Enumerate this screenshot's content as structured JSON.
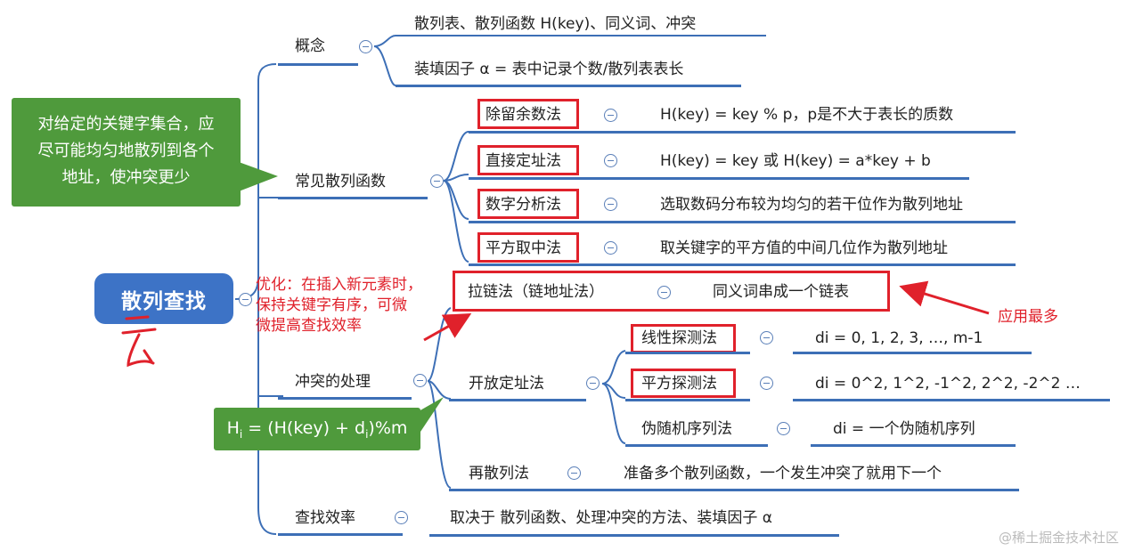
{
  "root": {
    "label": "散列查找"
  },
  "branches": {
    "concept": {
      "label": "概念",
      "items": [
        "散列表、散列函数 H(key)、同义词、冲突",
        "装填因子 α = 表中记录个数/散列表表长"
      ]
    },
    "functions": {
      "label": "常见散列函数",
      "items": [
        {
          "name": "除留余数法",
          "desc": "H(key) = key % p，p是不大于表长的质数"
        },
        {
          "name": "直接定址法",
          "desc": "H(key) = key 或 H(key) = a*key + b"
        },
        {
          "name": "数字分析法",
          "desc": "选取数码分布较为均匀的若干位作为散列地址"
        },
        {
          "name": "平方取中法",
          "desc": "取关键字的平方值的中间几位作为散列地址"
        }
      ]
    },
    "conflict": {
      "label": "冲突的处理",
      "chaining": {
        "name": "拉链法（链地址法）",
        "desc": "同义词串成一个链表"
      },
      "open_addressing": {
        "name": "开放定址法",
        "items": [
          {
            "name": "线性探测法",
            "desc": "di = 0, 1, 2, 3, …, m-1"
          },
          {
            "name": "平方探测法",
            "desc": "di = 0^2, 1^2, -1^2, 2^2, -2^2 …"
          },
          {
            "name": "伪随机序列法",
            "desc": "di = 一个伪随机序列"
          }
        ]
      },
      "rehash": {
        "name": "再散列法",
        "desc": "准备多个散列函数，一个发生冲突了就用下一个"
      }
    },
    "efficiency": {
      "label": "查找效率",
      "desc": "取决于 散列函数、处理冲突的方法、装填因子 α"
    }
  },
  "annotations": {
    "green_note_lines": [
      "对给定的关键字集合，应",
      "尽可能均匀地散列到各个",
      "地址，使冲突更少"
    ],
    "formula_main": "H",
    "formula_sub_i": "i",
    "formula_mid": " = (H(key) + d",
    "formula_tail": ")%m",
    "red_note_lines": [
      "优化：在插入新元素时，",
      "保持关键字有序，可微",
      "微提高查找效率"
    ],
    "most_used": "应用最多"
  },
  "watermark": "@稀土掘金技术社区",
  "colors": {
    "line": "#3d6fb6",
    "red": "#e0212b",
    "green": "#4f9a3c",
    "root": "#3d73c6"
  }
}
